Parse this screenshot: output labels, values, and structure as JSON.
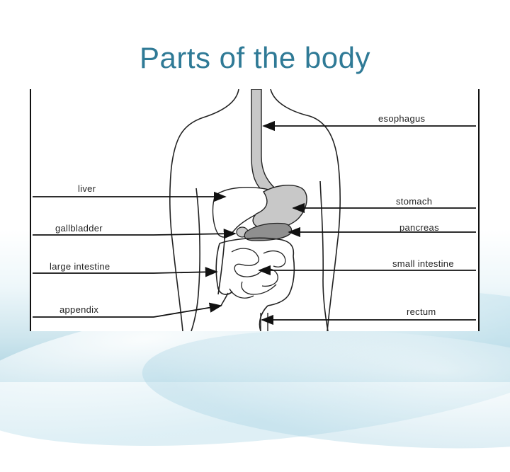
{
  "title": "Parts of the body",
  "colors": {
    "title": "#2f7a96",
    "background_accent": "#a9d2e0",
    "organ_fill_light": "#c8c8c8",
    "organ_fill_dark": "#8f8f8f"
  },
  "diagram": {
    "labels_left": [
      {
        "key": "liver",
        "text": "liver"
      },
      {
        "key": "gallbladder",
        "text": "gallbladder"
      },
      {
        "key": "large-intestine",
        "text": "large intestine"
      },
      {
        "key": "appendix",
        "text": "appendix"
      }
    ],
    "labels_right": [
      {
        "key": "esophagus",
        "text": "esophagus"
      },
      {
        "key": "stomach",
        "text": "stomach"
      },
      {
        "key": "pancreas",
        "text": "pancreas"
      },
      {
        "key": "small-intestine",
        "text": "small intestine"
      },
      {
        "key": "rectum",
        "text": "rectum"
      }
    ]
  }
}
